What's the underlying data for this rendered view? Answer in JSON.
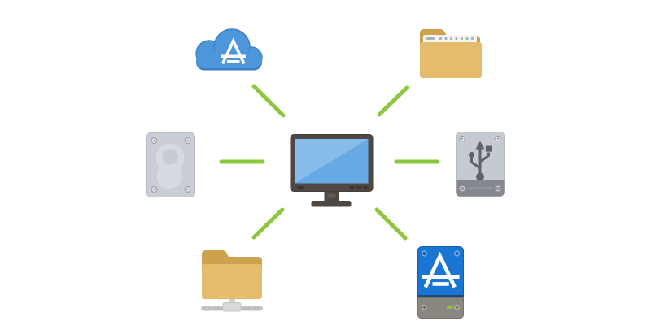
{
  "page": {
    "background": "#FFFFFF",
    "description": "Backup destinations diagram: a computer connected to six storage targets"
  },
  "colors": {
    "connector_green": "#8DC63F",
    "cloud_blue": "#4E96DB",
    "cloud_shadow_blue": "#3C7DC0",
    "logo_white": "#FFFFFF",
    "monitor_bezel": "#4F4842",
    "screen_light_blue": "#85BCEA",
    "screen_blue": "#67A9E2",
    "folder_front": "#E3BC6C",
    "folder_back": "#CEA14C",
    "paper_white": "#F4F4F2",
    "drive_body_gray": "#C9CDD4",
    "drive_panel_gray": "#D7DBE1",
    "usb_symbol_gray": "#5F6369",
    "usb_band_gray": "#85888E",
    "acronis_drive_blue": "#1B76D3",
    "acronis_band_gray": "#8A8781",
    "led_green": "#8DC63F",
    "network_cable_gray": "#C4C6C6"
  },
  "center_node": {
    "name": "computer",
    "icon": "computer-monitor-icon",
    "position": "center"
  },
  "nodes": [
    {
      "name": "cloud-storage",
      "icon": "acronis-cloud-icon",
      "logo_letter": "A",
      "position": "top-left"
    },
    {
      "name": "local-folder",
      "icon": "folder-icon",
      "position": "top-right"
    },
    {
      "name": "internal-hard-drive",
      "icon": "hard-drive-icon",
      "position": "left"
    },
    {
      "name": "usb-external-drive",
      "icon": "usb-drive-icon",
      "position": "right"
    },
    {
      "name": "network-folder",
      "icon": "network-folder-icon",
      "position": "bottom-left"
    },
    {
      "name": "acronis-bootable-drive",
      "icon": "acronis-drive-icon",
      "logo_letter": "A",
      "position": "bottom-right"
    }
  ],
  "connections": [
    {
      "from": "computer",
      "to": "cloud-storage"
    },
    {
      "from": "computer",
      "to": "local-folder"
    },
    {
      "from": "computer",
      "to": "internal-hard-drive"
    },
    {
      "from": "computer",
      "to": "usb-external-drive"
    },
    {
      "from": "computer",
      "to": "network-folder"
    },
    {
      "from": "computer",
      "to": "acronis-bootable-drive"
    }
  ]
}
